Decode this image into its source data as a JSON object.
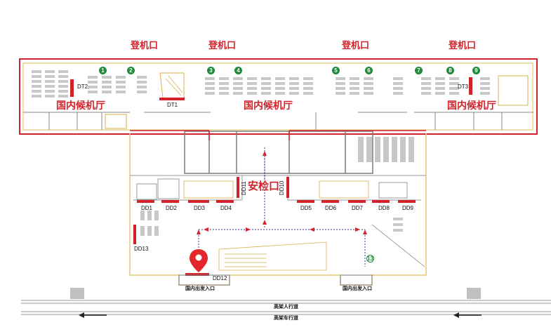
{
  "gate_labels": [
    "登机口",
    "登机口",
    "登机口",
    "登机口"
  ],
  "halls": [
    "国内候机厅",
    "国内候机厅",
    "国内候机厅"
  ],
  "security_label": "安检口",
  "gate_numbers": [
    "1",
    "2",
    "3",
    "4",
    "5",
    "6",
    "7",
    "8",
    "9",
    "13"
  ],
  "desk_codes": {
    "dt1": "DT1",
    "dt2": "DT2",
    "dt3": "DT3",
    "dd1": "DD1",
    "dd2": "DD2",
    "dd3": "DD3",
    "dd4": "DD4",
    "dd5": "DD5",
    "dd6": "DD6",
    "dd7": "DD7",
    "dd8": "DD8",
    "dd9": "DD9",
    "dd10": "DD10",
    "dd11": "DD11",
    "dd12": "DD12",
    "dd13": "DD13"
  },
  "entrances": [
    "国内出发入口",
    "国内出发入口"
  ],
  "roads": [
    "高架人行道",
    "高架车行道"
  ],
  "colors": {
    "accent_red": "#d2232a",
    "gate_green": "#1e8a3a",
    "route_purple": "#3b3b9a",
    "yellow_outline": "#e3c87a",
    "wall_gray": "#7a7a7a"
  },
  "icons": [
    "location-pin-icon",
    "arrow-left-icon"
  ]
}
